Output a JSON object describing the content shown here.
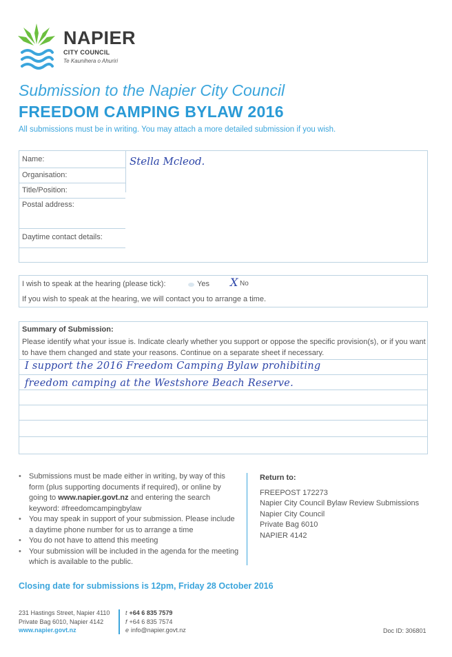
{
  "brand": {
    "name": "NAPIER",
    "council": "CITY COUNCIL",
    "maori": "Te Kaunihera o Ahuriri",
    "green": "#6cbf3f",
    "blue": "#3ba5dc"
  },
  "title": {
    "line1": "Submission to the Napier City Council",
    "line2": "FREEDOM CAMPING BYLAW 2016",
    "subtitle": "All submissions must be in writing.  You may attach a more detailed submission if you wish."
  },
  "details": {
    "name_label": "Name:",
    "name_value": "Stella Mcleod.",
    "organisation_label": "Organisation:",
    "title_label": "Title/Position:",
    "postal_label": "Postal address:",
    "contact_label": "Daytime contact details:"
  },
  "hearing": {
    "question": "I wish to speak at the hearing (please tick):",
    "yes_label": "Yes",
    "no_label": "No",
    "no_mark": "X",
    "note": "If you wish to speak at the hearing, we will contact you to arrange a time."
  },
  "summary": {
    "heading": "Summary of Submission:",
    "instructions": "Please identify what your issue is. Indicate clearly whether you support or oppose the specific provision(s), or if you want to have them changed and state your reasons. Continue on a separate sheet if necessary.",
    "line1": "I support the 2016 Freedom Camping Bylaw prohibiting",
    "line2": "freedom camping at the Westshore Beach Reserve."
  },
  "bullets": {
    "b1_pre": "Submissions must be made either in writing, by way of this form (plus supporting documents if required), or online by going to ",
    "b1_link": "www.napier.govt.nz",
    "b1_post": " and entering the search keyword: #freedomcampingbylaw",
    "b2": "You may speak in support of your submission. Please include a daytime phone number for us to arrange a time",
    "b3": "You do not have to attend this meeting",
    "b4": "Your submission will be included in the agenda for the meeting which is available to the public."
  },
  "return_to": {
    "heading": "Return to:",
    "lines": [
      "FREEPOST 172273",
      "Napier City Council Bylaw Review Submissions",
      "Napier City Council",
      "Private Bag 6010",
      "NAPIER 4142"
    ]
  },
  "closing": "Closing date for submissions is 12pm, Friday 28 October 2016",
  "footer": {
    "address1": "231 Hastings Street, Napier 4110",
    "address2": "Private Bag 6010, Napier 4142",
    "website": "www.napier.govt.nz",
    "t_label": "t",
    "t_value": "+64 6 835 7579",
    "f_label": "f",
    "f_value": "+64 6 835 7574",
    "e_label": "e",
    "e_value": "info@napier.govt.nz",
    "doc_id": "Doc ID: 306801"
  }
}
